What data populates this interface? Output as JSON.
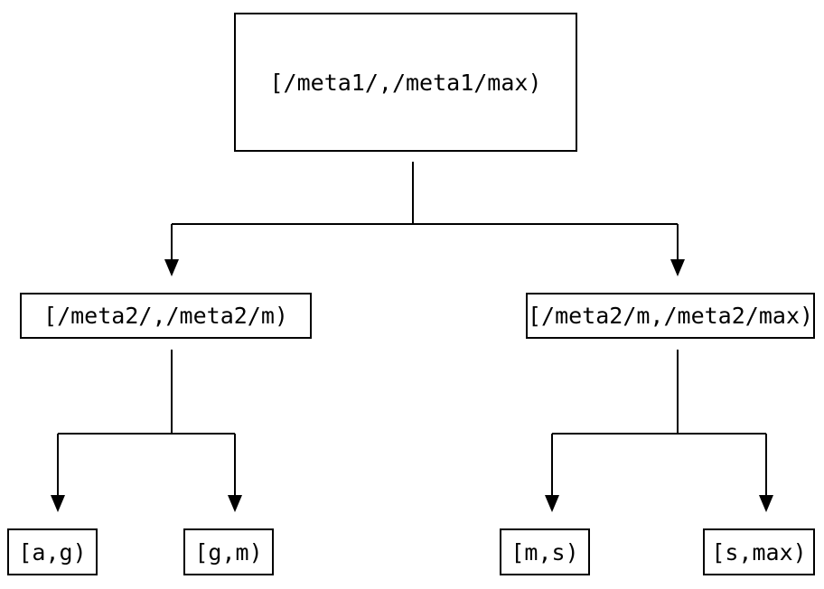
{
  "diagram": {
    "type": "tree",
    "colors": {
      "background": "#ffffff",
      "line": "#000000",
      "text": "#000000"
    },
    "nodes": [
      {
        "id": "root",
        "label": "[/meta1/,/meta1/max)"
      },
      {
        "id": "meta2-low",
        "label": "[/meta2/,/meta2/m)"
      },
      {
        "id": "meta2-high",
        "label": "[/meta2/m,/meta2/max)"
      },
      {
        "id": "leaf-a-g",
        "label": "[a,g)"
      },
      {
        "id": "leaf-g-m",
        "label": "[g,m)"
      },
      {
        "id": "leaf-m-s",
        "label": "[m,s)"
      },
      {
        "id": "leaf-s-max",
        "label": "[s,max)"
      }
    ],
    "edges": [
      {
        "from": "root",
        "to": "meta2-low"
      },
      {
        "from": "root",
        "to": "meta2-high"
      },
      {
        "from": "meta2-low",
        "to": "leaf-a-g"
      },
      {
        "from": "meta2-low",
        "to": "leaf-g-m"
      },
      {
        "from": "meta2-high",
        "to": "leaf-m-s"
      },
      {
        "from": "meta2-high",
        "to": "leaf-s-max"
      }
    ]
  }
}
